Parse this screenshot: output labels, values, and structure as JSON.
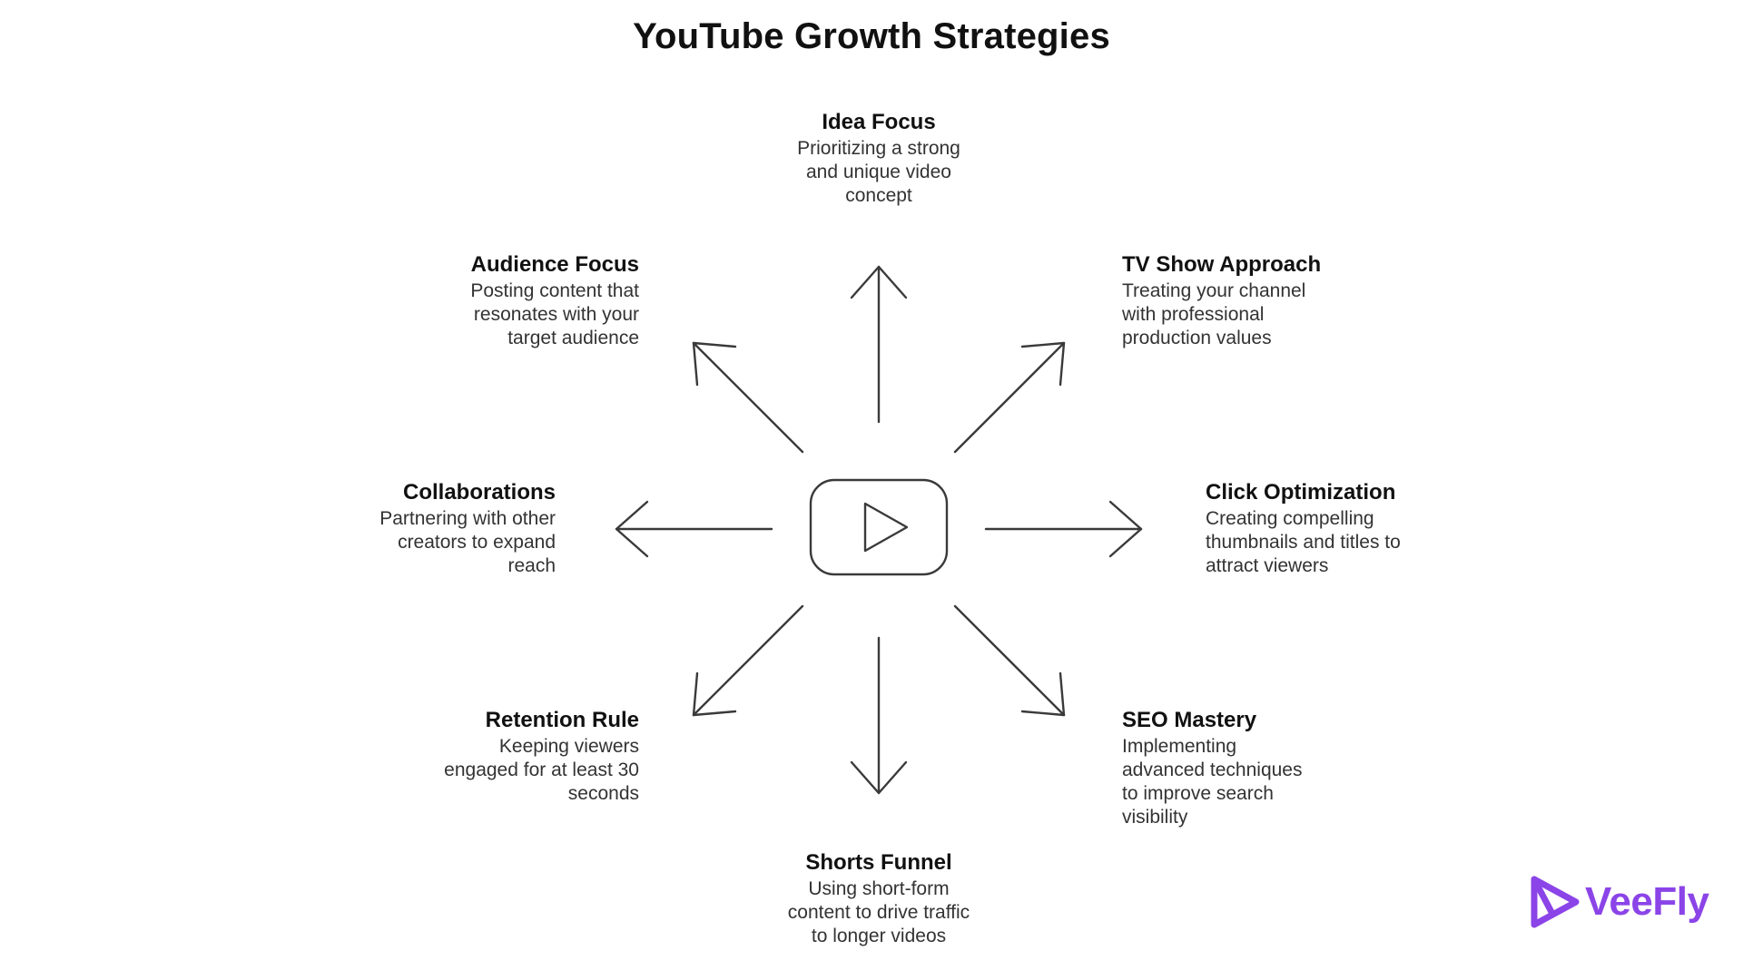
{
  "title": "YouTube Growth Strategies",
  "nodes": {
    "idea_focus": {
      "label": "Idea Focus",
      "desc": "Prioritizing a strong and unique video concept"
    },
    "tv_show_approach": {
      "label": "TV Show Approach",
      "desc": "Treating your channel with professional production values"
    },
    "click_optimization": {
      "label": "Click Optimization",
      "desc": "Creating compelling thumbnails and titles to attract viewers"
    },
    "seo_mastery": {
      "label": "SEO Mastery",
      "desc": "Implementing advanced techniques to improve search visibility"
    },
    "shorts_funnel": {
      "label": "Shorts Funnel",
      "desc": "Using short-form content to drive traffic to longer videos"
    },
    "retention_rule": {
      "label": "Retention Rule",
      "desc": "Keeping viewers engaged for at least 30 seconds"
    },
    "collaborations": {
      "label": "Collaborations",
      "desc": "Partnering with other creators to expand reach"
    },
    "audience_focus": {
      "label": "Audience Focus",
      "desc": "Posting content that resonates with your target audience"
    }
  },
  "center_icon": "play-button-icon",
  "logo": {
    "text": "VeeFly",
    "icon": "veefly-logo-icon",
    "color": "#8b44e8"
  },
  "colors": {
    "arrow": "#3a3a3a",
    "heading": "#111111",
    "text": "#333333"
  }
}
